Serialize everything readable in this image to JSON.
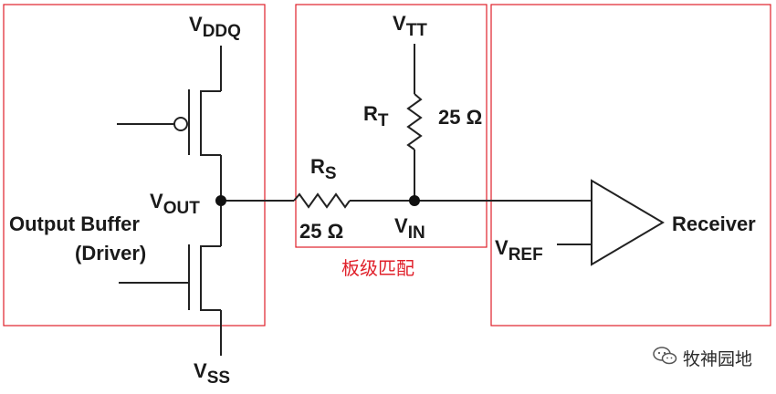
{
  "colors": {
    "box_border": "#e0202a",
    "caption": "#e0202a",
    "wire": "#222222"
  },
  "labels": {
    "vddq": {
      "main": "V",
      "sub": "DDQ"
    },
    "vss": {
      "main": "V",
      "sub": "SS"
    },
    "vout": {
      "main": "V",
      "sub": "OUT"
    },
    "vtt": {
      "main": "V",
      "sub": "TT"
    },
    "rt": {
      "main": "R",
      "sub": "T"
    },
    "rt_value": "25 Ω",
    "rs": {
      "main": "R",
      "sub": "S"
    },
    "rs_value": "25 Ω",
    "vin": {
      "main": "V",
      "sub": "IN"
    },
    "vref": {
      "main": "V",
      "sub": "REF"
    },
    "output_buffer_line1": "Output Buffer",
    "output_buffer_line2": "(Driver)",
    "receiver": "Receiver",
    "board_caption": "板级匹配"
  },
  "watermark": {
    "text": "牧神园地",
    "icon": "wechat-icon"
  }
}
